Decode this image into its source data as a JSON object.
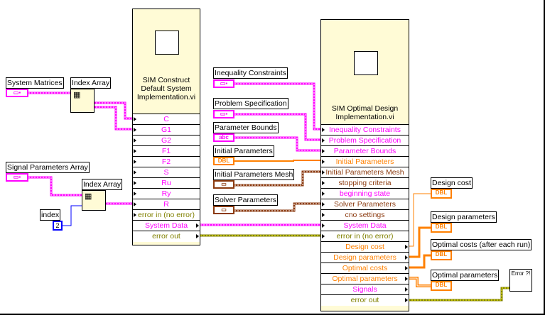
{
  "colors": {
    "cluster": "#FF00FF",
    "double": "#FF8000",
    "refnum": "#8B3A0F",
    "error": "#808000",
    "int": "#0000FF"
  },
  "controls": {
    "system_matrices": "System Matrices",
    "signal_parameters_array": "Signal Parameters Array",
    "index_array_1": "Index Array",
    "index_array_2": "Index Array",
    "index_label": "index",
    "index_value": "2",
    "inequality_constraints": "Inequality Constraints",
    "problem_specification": "Problem Specification",
    "parameter_bounds": "Parameter Bounds",
    "parameter_bounds_type": "abc",
    "initial_parameters": "Initial Parameters",
    "initial_parameters_type": "DBL",
    "initial_parameters_mesh": "Initial Parameters Mesh",
    "solver_parameters": "Solver Parameters"
  },
  "construct_node": {
    "title": "SIM Construct Default System Implementation.vi",
    "rows": [
      "C",
      "G1",
      "G2",
      "F1",
      "F2",
      "S",
      "Ru",
      "Ry",
      "R",
      "error in (no error)",
      "System Data",
      "error out"
    ]
  },
  "optimal_node": {
    "title": "SIM Optimal Design Implementation.vi",
    "rows": [
      "Inequality Constraints",
      "Problem Specification",
      "Parameter Bounds",
      "Initial Parameters",
      "Initial Parameters Mesh",
      "stopping criteria",
      "beginning state",
      "Solver Parameters",
      "cno settings",
      "System Data",
      "error in (no error)",
      "Design cost",
      "Design parameters",
      "Optimal costs",
      "Optimal parameters",
      "Signals",
      "error out"
    ]
  },
  "indicators": {
    "design_cost": "Design cost",
    "design_parameters": "Design parameters",
    "optimal_costs": "Optimal costs (after each run)",
    "optimal_parameters": "Optimal parameters",
    "type": "DBL",
    "error_icon_text": "Error ?!"
  }
}
